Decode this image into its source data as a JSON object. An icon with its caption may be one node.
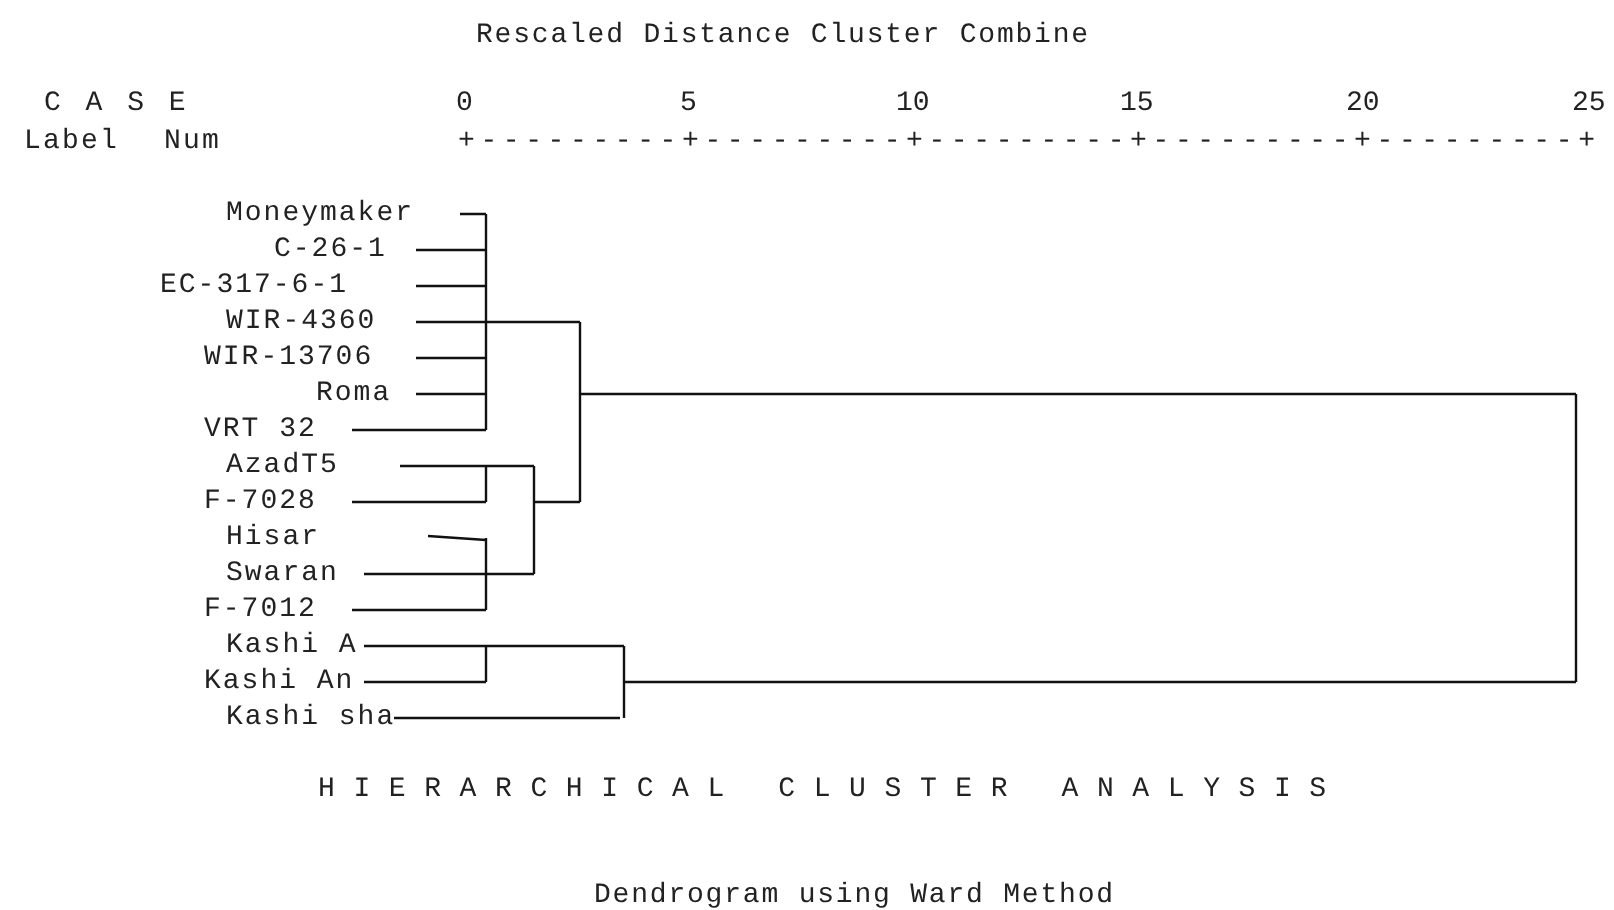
{
  "diagram": {
    "title": "Rescaled Distance Cluster Combine",
    "caption": "Dendrogram using Ward Method",
    "labels": [
      "C A S E",
      "Label",
      "Num",
      "0",
      "5",
      "10",
      "15",
      "20",
      "25",
      "+---------+---------+---------+---------+---------+",
      "Moneymaker",
      "C-26-1",
      "EC-317-6-1",
      "WIR-4360",
      "WIR-13706",
      "Roma",
      "VRT 32",
      "AzadT5",
      "F-7028",
      "Hisar",
      "Swaran",
      "F-7012",
      "Kashi A",
      "Kashi An",
      "Kashi sha",
      "H I E R A R C H I C A L   C L U S T E R   A N A L Y S I S"
    ]
  }
}
